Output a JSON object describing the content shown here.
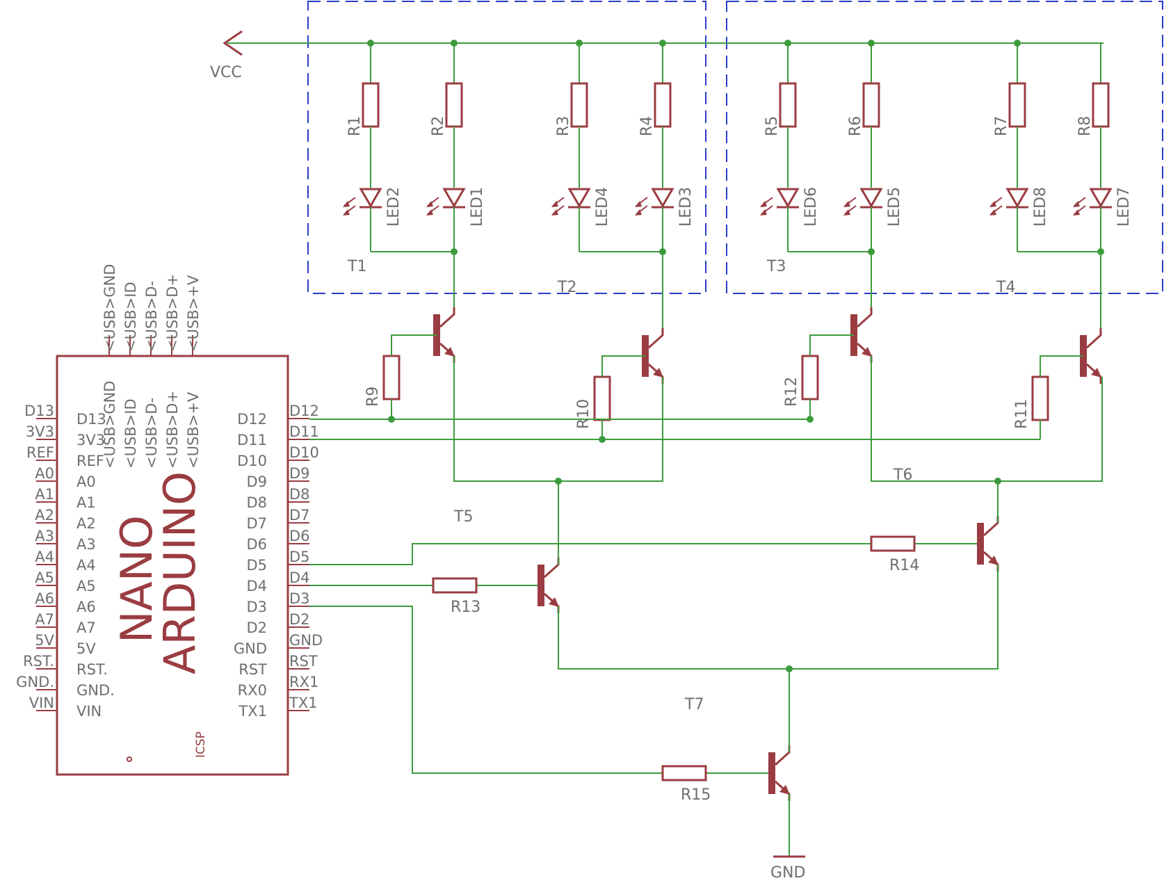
{
  "power": {
    "vcc": "VCC",
    "gnd": "GND"
  },
  "groups": [
    "T1",
    "T2",
    "T3",
    "T4"
  ],
  "resistors": [
    "R1",
    "R2",
    "R3",
    "R4",
    "R5",
    "R6",
    "R7",
    "R8",
    "R9",
    "R10",
    "R11",
    "R12",
    "R13",
    "R14",
    "R15"
  ],
  "leds": [
    "LED2",
    "LED1",
    "LED4",
    "LED3",
    "LED6",
    "LED5",
    "LED8",
    "LED7"
  ],
  "transistors": [
    "T5",
    "T6",
    "T7"
  ],
  "arduino": {
    "name_line1": "NANO",
    "name_line2": "ARDUINO",
    "icsp": "ICSP",
    "left_pins": [
      "D13",
      "3V3",
      "REF",
      "A0",
      "A1",
      "A2",
      "A3",
      "A4",
      "A5",
      "A6",
      "A7",
      "5V",
      "RST.",
      "GND.",
      "VIN"
    ],
    "right_pins": [
      "D12",
      "D11",
      "D10",
      "D9",
      "D8",
      "D7",
      "D6",
      "D5",
      "D4",
      "D3",
      "D2",
      "GND",
      "RST",
      "RX0",
      "TX1"
    ],
    "right_outer": [
      "D12",
      "D11",
      "D10",
      "D9",
      "D8",
      "D7",
      "D6",
      "D5",
      "D4",
      "D3",
      "D2",
      "GND",
      "RST",
      "RX1",
      "TX1"
    ],
    "usb_pins": [
      "<USB>GND",
      "<USB>ID",
      "<USB>D-",
      "<USB>D+",
      "<USB>+V"
    ]
  }
}
